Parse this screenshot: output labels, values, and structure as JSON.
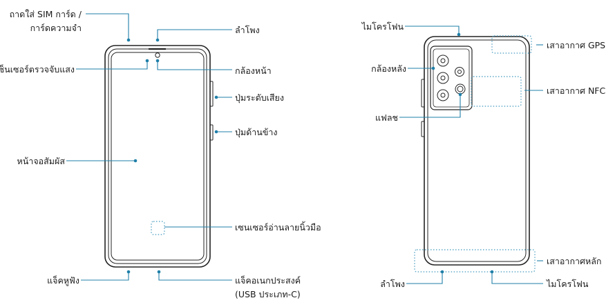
{
  "colors": {
    "leader": "#1f7fa8",
    "outline": "#222222",
    "area": "#5fa8c8"
  },
  "front": {
    "sim_tray": [
      "ถาดใส่ SIM การ์ด /",
      "การ์ดความจำ"
    ],
    "speaker": "ลำโพง",
    "light_sensor": "เซ็นเซอร์ตรวจจับแสง",
    "front_camera": "กล้องหน้า",
    "volume_key": "ปุ่มระดับเสียง",
    "side_key": "ปุ่มด้านข้าง",
    "touchscreen": "หน้าจอสัมผัส",
    "fingerprint": "เซนเซอร์อ่านลายนิ้วมือ",
    "earphone_jack": "แจ็คหูฟัง",
    "multipurpose_jack": [
      "แจ็คอเนกประสงค์",
      "(USB ประเภท-C)"
    ]
  },
  "back": {
    "microphone_top": "ไมโครโฟน",
    "gps_antenna": "เสาอากาศ GPS",
    "rear_camera": "กล้องหลัง",
    "nfc_antenna": "เสาอากาศ NFC",
    "flash": "แฟลช",
    "main_antenna": "เสาอากาศหลัก",
    "speaker": "ลำโพง",
    "microphone_bottom": "ไมโครโฟน"
  }
}
